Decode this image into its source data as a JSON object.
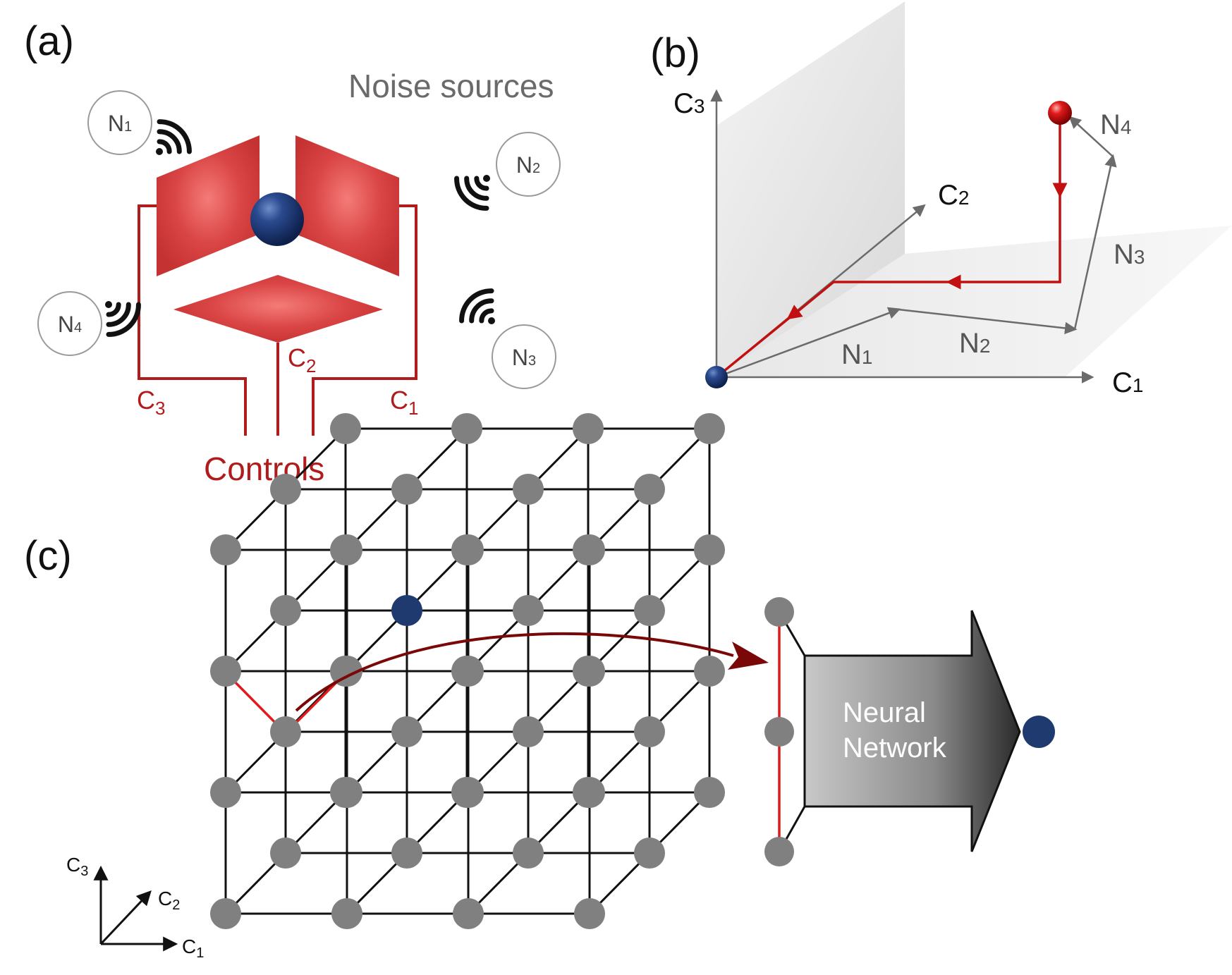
{
  "colors": {
    "control_red": "#b01c1c",
    "trajectory_red": "#c21010",
    "noise_grey": "#6b6b6b",
    "qubit_blue": "#1e3a6e",
    "node_grey": "#808080",
    "edge_black": "#111111",
    "edge_red": "#e01a1a",
    "arrow_darkred": "#7a0808"
  },
  "panel_a": {
    "label": "(a)",
    "noise_title": "Noise sources",
    "noise_sources": [
      {
        "name": "N",
        "sub": "1"
      },
      {
        "name": "N",
        "sub": "2"
      },
      {
        "name": "N",
        "sub": "3"
      },
      {
        "name": "N",
        "sub": "4"
      }
    ],
    "controls_title": "Controls",
    "control_labels": [
      {
        "name": "C",
        "sub": "1"
      },
      {
        "name": "C",
        "sub": "2"
      },
      {
        "name": "C",
        "sub": "3"
      }
    ],
    "icons": [
      "qubit-sphere",
      "electrode-plates",
      "signal-wave-icon"
    ]
  },
  "panel_b": {
    "label": "(b)",
    "axes": [
      {
        "name": "C",
        "sub": "1"
      },
      {
        "name": "C",
        "sub": "2"
      },
      {
        "name": "C",
        "sub": "3"
      }
    ],
    "noise_steps": [
      {
        "name": "N",
        "sub": "1"
      },
      {
        "name": "N",
        "sub": "2"
      },
      {
        "name": "N",
        "sub": "3"
      },
      {
        "name": "N",
        "sub": "4"
      }
    ]
  },
  "panel_c": {
    "label": "(c)",
    "lattice_size": "4x4x3",
    "network_label_line1": "Neural",
    "network_label_line2": "Network",
    "axes": [
      {
        "name": "C",
        "sub": "1"
      },
      {
        "name": "C",
        "sub": "2"
      },
      {
        "name": "C",
        "sub": "3"
      }
    ]
  }
}
